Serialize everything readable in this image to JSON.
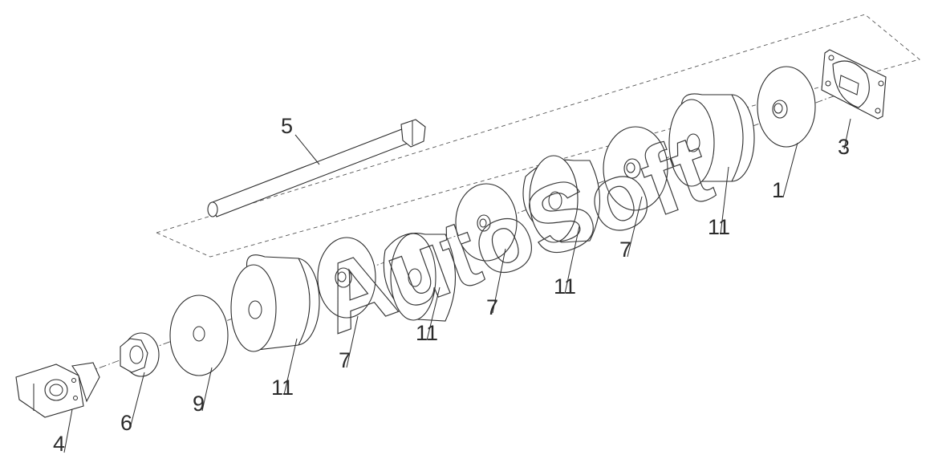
{
  "drawing": {
    "type": "exploded-assembly",
    "watermark": "AutoSoft",
    "callouts": {
      "c1": "1",
      "c3": "3",
      "c4": "4",
      "c5": "5",
      "c6": "6",
      "c7a": "7",
      "c7b": "7",
      "c7c": "7",
      "c9": "9",
      "c11a": "11",
      "c11b": "11",
      "c11c": "11",
      "c11d": "11"
    }
  }
}
